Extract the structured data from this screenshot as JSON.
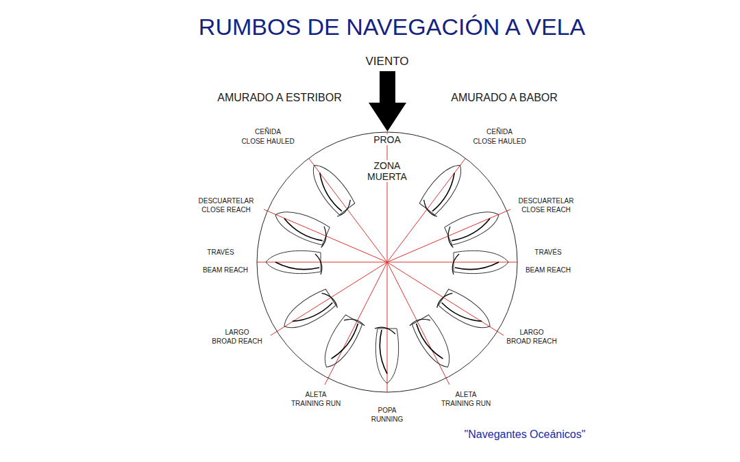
{
  "diagram": {
    "title": "RUMBOS DE NAVEGACIÓN A VELA",
    "caption": "\"Navegantes Oceánicos\"",
    "labels": [
      "VIENTO",
      "AMURADO A ESTRIBOR",
      "AMURADO A BABOR",
      "PROA",
      "ZONA MUERTA",
      "CEÑIDA",
      "CLOSE HAULED",
      "CEÑIDA",
      "CLOSE HAULED",
      "DESCUARTELAR",
      "CLOSE REACH",
      "DESCUARTELAR",
      "CLOSE REACH",
      "TRAVÉS",
      "BEAM REACH",
      "TRAVÉS",
      "BEAM REACH",
      "LARGO",
      "BROAD REACH",
      "LARGO",
      "BROAD REACH",
      "ALETA",
      "TRAINING RUN",
      "ALETA",
      "TRAINING RUN",
      "POPA",
      "RUNNING"
    ]
  }
}
